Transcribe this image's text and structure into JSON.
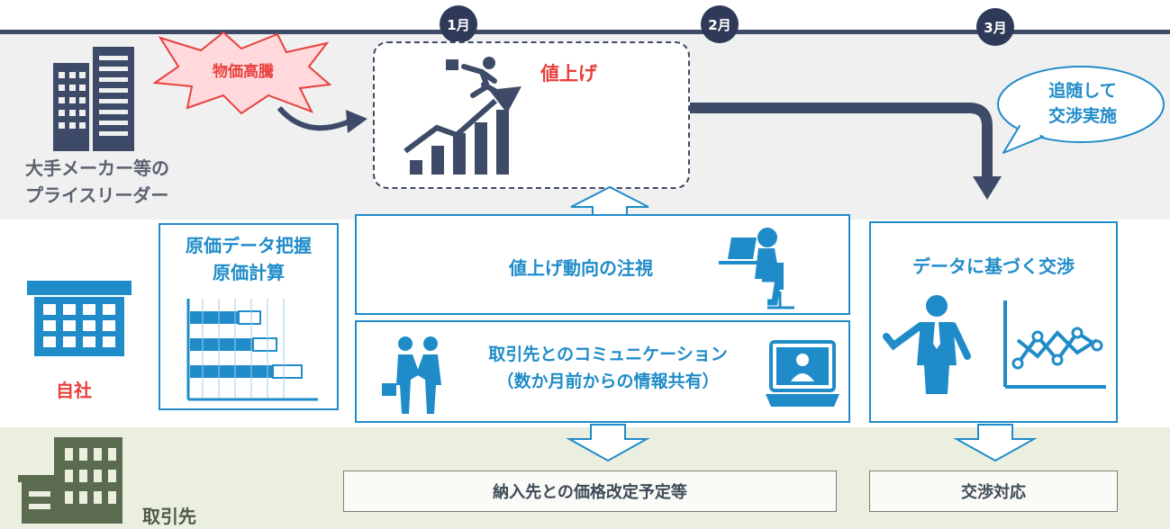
{
  "timeline": {
    "months": [
      "1月",
      "2月",
      "3月"
    ]
  },
  "rows": {
    "leader_label": [
      "大手メーカー等の",
      "プライスリーダー"
    ],
    "self_label": "自社",
    "partner_label": "取引先"
  },
  "burst_text": "物価高騰",
  "price_up": "値上げ",
  "follow_bubble": [
    "追随して",
    "交渉実施"
  ],
  "cost_box": [
    "原価データ把握",
    "原価計算"
  ],
  "watch_box": "値上げ動向の注視",
  "comm_box": [
    "取引先とのコミュニケーション",
    "（数か月前からの情報共有）"
  ],
  "negotiate_box": "データに基づく交渉",
  "outcome_left": "納入先との価格改定予定等",
  "outcome_right": "交渉対応",
  "colors": {
    "navy": "#2e3a58",
    "blue": "#1f8cc9",
    "red": "#e8413d",
    "gray": "#5b6270",
    "green": "#5b6b4f"
  }
}
